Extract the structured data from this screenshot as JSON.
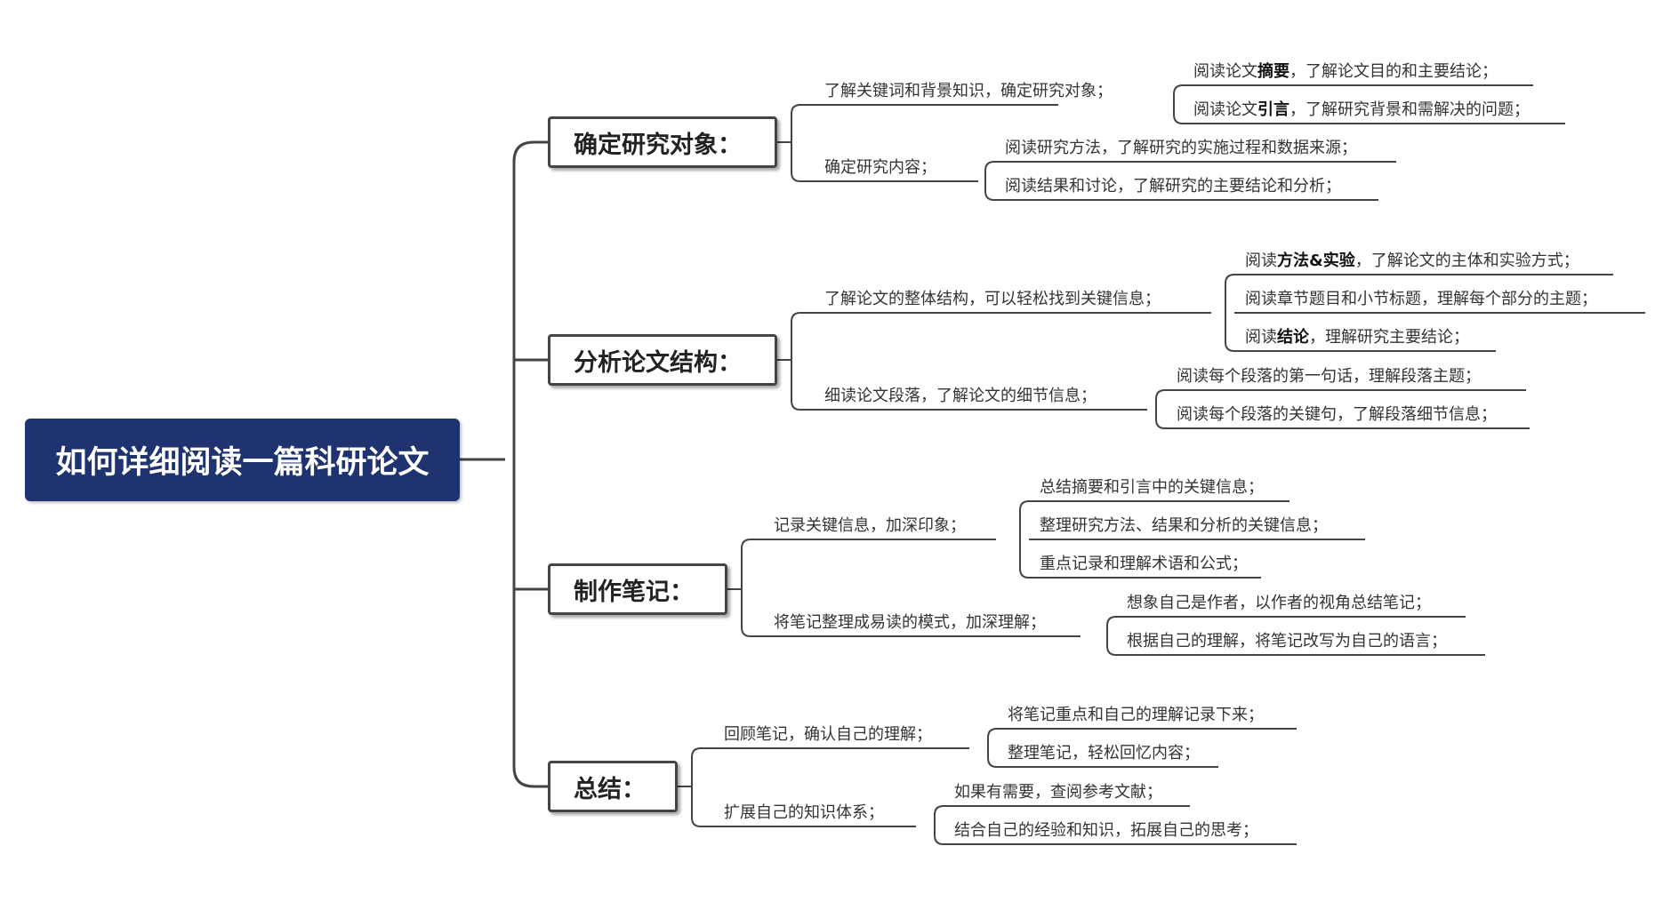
{
  "root": {
    "label": "如何详细阅读一篇科研论文"
  },
  "branches": [
    {
      "label": "确定研究对象：",
      "children": [
        {
          "label": "了解关键词和背景知识，确定研究对象；",
          "children": [
            {
              "pre": "阅读论文",
              "bold": "摘要",
              "post": "，了解论文目的和主要结论；"
            },
            {
              "pre": "阅读论文",
              "bold": "引言",
              "post": "，了解研究背景和需解决的问题；"
            }
          ]
        },
        {
          "label": "确定研究内容；",
          "children": [
            {
              "pre": "阅读研究方法，了解研究的实施过程和数据来源；",
              "bold": "",
              "post": ""
            },
            {
              "pre": "阅读结果和讨论，了解研究的主要结论和分析；",
              "bold": "",
              "post": ""
            }
          ]
        }
      ]
    },
    {
      "label": "分析论文结构：",
      "children": [
        {
          "label": "了解论文的整体结构，可以轻松找到关键信息；",
          "children": [
            {
              "pre": "阅读",
              "bold": "方法&实验",
              "post": "，了解论文的主体和实验方式；"
            },
            {
              "pre": "阅读章节题目和小节标题，理解每个部分的主题；",
              "bold": "",
              "post": ""
            },
            {
              "pre": "阅读",
              "bold": "结论",
              "post": "，理解研究主要结论；"
            }
          ]
        },
        {
          "label": "细读论文段落，了解论文的细节信息；",
          "children": [
            {
              "pre": "阅读每个段落的第一句话，理解段落主题；",
              "bold": "",
              "post": ""
            },
            {
              "pre": "阅读每个段落的关键句，了解段落细节信息；",
              "bold": "",
              "post": ""
            }
          ]
        }
      ]
    },
    {
      "label": "制作笔记：",
      "children": [
        {
          "label": "记录关键信息，加深印象；",
          "children": [
            {
              "pre": "总结摘要和引言中的关键信息；",
              "bold": "",
              "post": ""
            },
            {
              "pre": "整理研究方法、结果和分析的关键信息；",
              "bold": "",
              "post": ""
            },
            {
              "pre": "重点记录和理解术语和公式；",
              "bold": "",
              "post": ""
            }
          ]
        },
        {
          "label": "将笔记整理成易读的模式，加深理解；",
          "children": [
            {
              "pre": "想象自己是作者，以作者的视角总结笔记；",
              "bold": "",
              "post": ""
            },
            {
              "pre": "根据自己的理解，将笔记改写为自己的语言；",
              "bold": "",
              "post": ""
            }
          ]
        }
      ]
    },
    {
      "label": "总结：",
      "children": [
        {
          "label": "回顾笔记，确认自己的理解；",
          "children": [
            {
              "pre": "将笔记重点和自己的理解记录下来；",
              "bold": "",
              "post": ""
            },
            {
              "pre": "整理笔记，轻松回忆内容；",
              "bold": "",
              "post": ""
            }
          ]
        },
        {
          "label": "扩展自己的知识体系；",
          "children": [
            {
              "pre": "如果有需要，查阅参考文献；",
              "bold": "",
              "post": ""
            },
            {
              "pre": "结合自己的经验和知识，拓展自己的思考；",
              "bold": "",
              "post": ""
            }
          ]
        }
      ]
    }
  ],
  "colors": {
    "root_bg": "#1f3370",
    "root_text": "#ffffff",
    "line": "#444444",
    "text": "#333333"
  }
}
